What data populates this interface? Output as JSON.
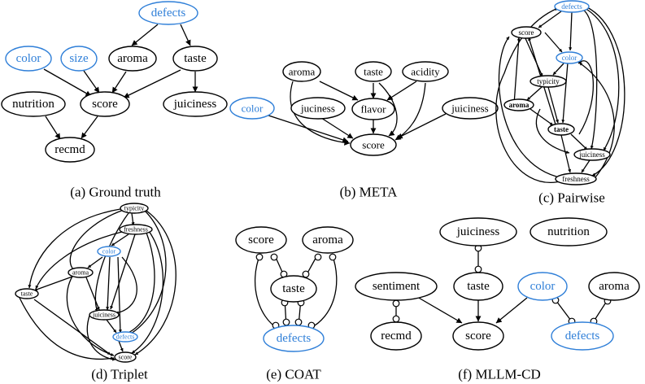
{
  "colors": {
    "blue_node": "#2f7fd8",
    "black_node": "#000000"
  },
  "panels": {
    "a": {
      "caption": "(a) Ground truth",
      "nodes": {
        "defects": "defects",
        "color": "color",
        "size": "size",
        "aroma": "aroma",
        "taste": "taste",
        "nutrition": "nutrition",
        "score": "score",
        "juiciness": "juiciness",
        "recmd": "recmd"
      }
    },
    "b": {
      "caption": "(b) META",
      "nodes": {
        "aroma": "aroma",
        "taste": "taste",
        "acidity": "acidity",
        "color": "color",
        "juciness": "juciness",
        "flavor": "flavor",
        "juiciness": "juiciness",
        "score": "score"
      }
    },
    "c": {
      "caption": "(c) Pairwise",
      "nodes": {
        "defects": "defects",
        "score": "score",
        "color": "color",
        "typicity": "typicity",
        "aroma": "aroma",
        "taste": "taste",
        "juiciness": "juiciness",
        "freshness": "freshness"
      }
    },
    "d": {
      "caption": "(d) Triplet",
      "nodes": {
        "typicity": "typicity",
        "freshness": "freshness",
        "color": "color",
        "aroma": "aroma",
        "taste": "taste",
        "juiciness": "juiciness",
        "defects": "defects",
        "score": "score"
      }
    },
    "e": {
      "caption": "(e) COAT",
      "nodes": {
        "score": "score",
        "aroma": "aroma",
        "taste": "taste",
        "defects": "defects"
      }
    },
    "f": {
      "caption": "(f) MLLM-CD",
      "nodes": {
        "juiciness": "juiciness",
        "nutrition": "nutrition",
        "sentiment": "sentiment",
        "taste": "taste",
        "color": "color",
        "aroma": "aroma",
        "recmd": "recmd",
        "score": "score",
        "defects": "defects"
      }
    }
  }
}
